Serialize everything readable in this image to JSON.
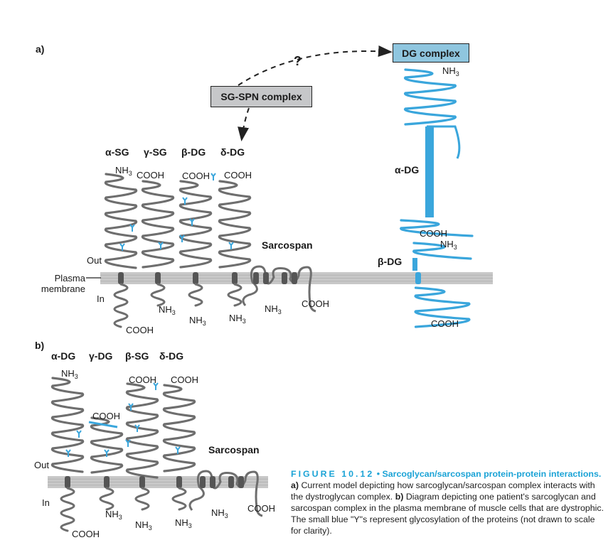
{
  "panels": {
    "a": {
      "label": "a)",
      "box_sg": "SG-SPN complex",
      "box_dg": "DG complex",
      "question": "?",
      "protein_headers": [
        "α-SG",
        "γ-SG",
        "β-DG",
        "δ-DG"
      ],
      "termini_top": [
        "NH",
        "COOH",
        "COOH",
        "COOH"
      ],
      "termini_bottom": [
        "COOH",
        "NH",
        "NH",
        "NH"
      ],
      "sarcospan": "Sarcospan",
      "sarcospan_nh": "NH",
      "sarcospan_cooh": "COOH",
      "out": "Out",
      "in": "In",
      "membrane": "Plasma membrane",
      "alpha_dg": "α-DG",
      "beta_dg": "β-DG",
      "dg_nh_top": "NH",
      "dg_cooh_mid": "COOH",
      "dg_nh_mid": "NH",
      "dg_cooh_bottom": "COOH"
    },
    "b": {
      "label": "b)",
      "protein_headers": [
        "α-DG",
        "γ-DG",
        "β-SG",
        "δ-DG"
      ],
      "termini_top": [
        "NH",
        "COOH",
        "COOH",
        "COOH"
      ],
      "termini_bottom": [
        "COOH",
        "NH",
        "NH",
        "NH"
      ],
      "sarcospan": "Sarcospan",
      "sarcospan_nh": "NH",
      "sarcospan_cooh": "COOH",
      "out": "Out",
      "in": "In"
    }
  },
  "subscript": "3",
  "colors": {
    "protein_gray": "#6e6e6e",
    "protein_blue": "#3aa6dc",
    "membrane": "#c8c8c8",
    "box_sg": "#c6c7c9",
    "box_dg": "#8fc6df",
    "caption_accent": "#1ba3d6"
  },
  "caption": {
    "figure_number": "FIGURE 10.12",
    "bullet": "•",
    "title": "Sarcoglycan/sarcospan protein-protein interactions.",
    "a_label": "a)",
    "a_text": "Current model depicting how sarcoglycan/sarcospan complex interacts with the dystroglycan complex.",
    "b_label": "b)",
    "b_text": "Diagram depicting one patient's sarcoglycan and sarcospan complex in the plasma membrane of muscle cells that are dystrophic. The small blue \"Y\"s represent glycosylation of the proteins (not drawn to scale for clarity)."
  }
}
